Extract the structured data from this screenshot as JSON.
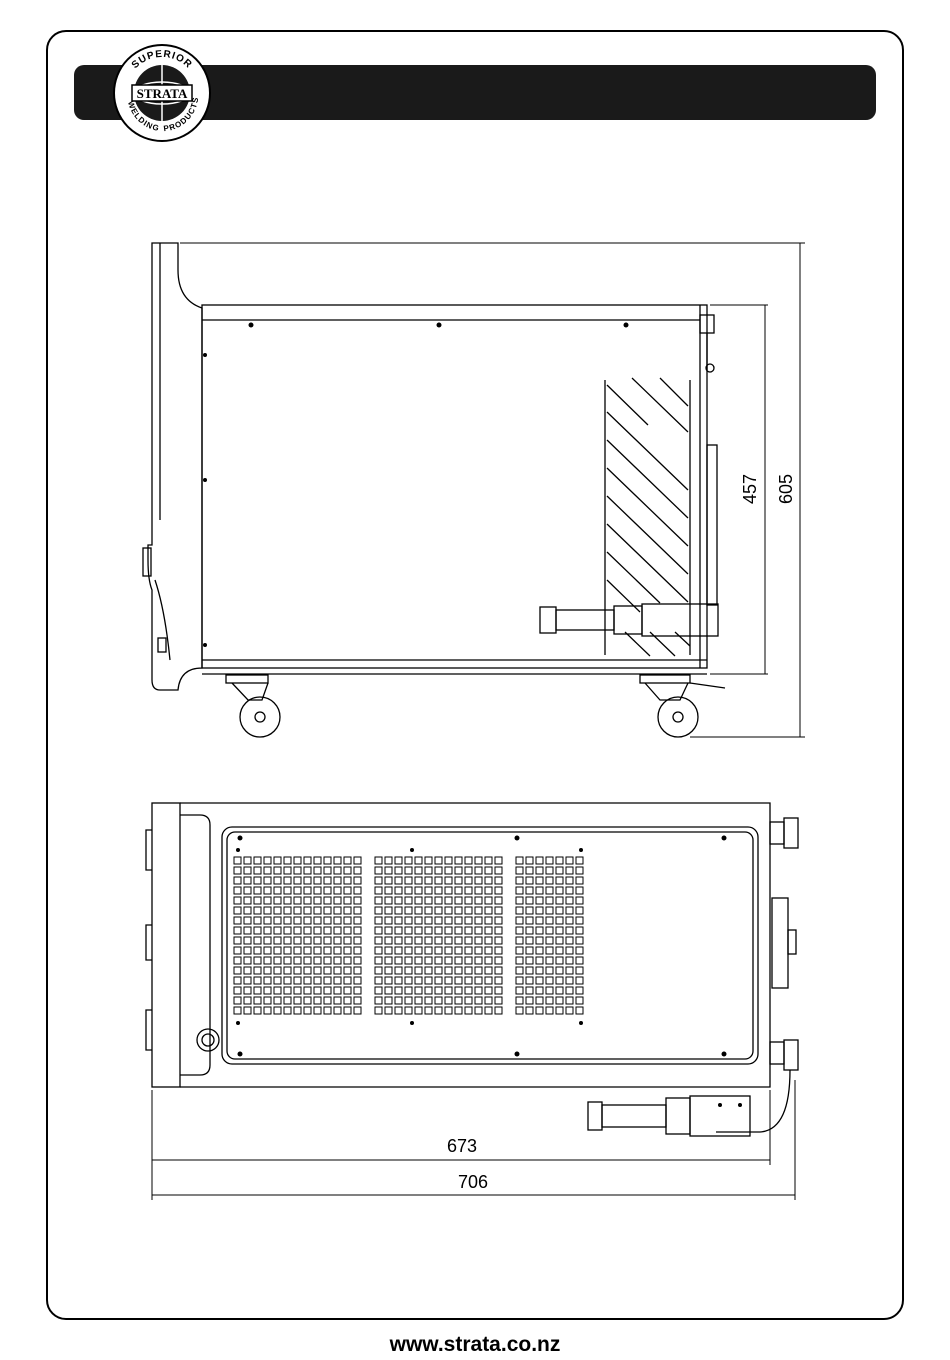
{
  "logo": {
    "top_text": "SUPERIOR",
    "center_text": "STRATA",
    "bottom_left_text": "WELDING",
    "bottom_right_text": "PRODUCTS"
  },
  "dimensions": {
    "inner_height": "457",
    "total_height": "605",
    "inner_width": "673",
    "total_width": "706"
  },
  "footer": {
    "url": "www.strata.co.nz"
  },
  "colors": {
    "header_bar": "#1a1a1a",
    "line": "#000000"
  }
}
